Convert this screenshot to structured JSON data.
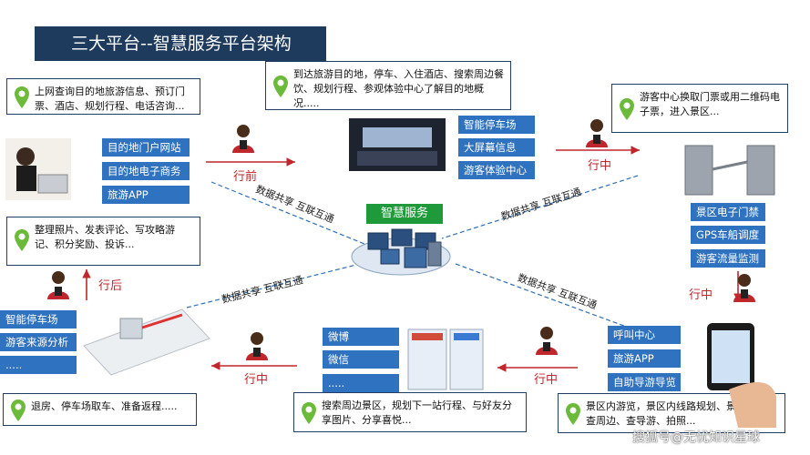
{
  "title": "三大平台--智慧服务平台架构",
  "hub_label": "智慧服务",
  "callouts": {
    "online_search": "上网查询目的地旅游信息、预订门票、酒店、规划行程、电话咨询...",
    "arrive": "到达旅游目的地，停车、入住酒店、搜索周边餐饮、规划行程、参观体验中心了解目的地概况.....",
    "visitor_center": "游客中心换取门票或用二维码电子票，进入景区...",
    "organize": "整理照片、发表评论、写攻略游记、积分奖励、投诉...",
    "checkout": "退房、停车场取车、准备返程.....",
    "nearby": "搜索周边景区，规划下一站行程、与好友分享图片、分享喜悦...",
    "in_park": "景区内游览，景区内线路规划、景点解说、查周边、查导游、拍照..."
  },
  "buttons": {
    "pre_trip": [
      "目的地门户网站",
      "目的地电子商务",
      "旅游APP"
    ],
    "arrival": [
      "智能停车场",
      "大屏幕信息",
      "游客体验中心"
    ],
    "gate": [
      "景区电子门禁",
      "GPS车船调度",
      "游客流量监测"
    ],
    "post_trip": [
      "智能停车场",
      "游客来源分析",
      "....."
    ],
    "social": [
      "微博",
      "微信",
      "....."
    ],
    "tour": [
      "呼叫中心",
      "旅游APP",
      "自助导游导览"
    ]
  },
  "stages": {
    "before": "行前",
    "during_top": "行中",
    "during_right": "行中",
    "during_bottom_right": "行中",
    "during_bottom_left": "行中",
    "after": "行后"
  },
  "connector_labels": {
    "ul": "数据共享  互联互通",
    "ur": "数据共享  互联互通",
    "ll": "数据共享  互联互通",
    "lr": "数据共享  互联互通"
  },
  "watermark": "搜狐号@无忧知识星球",
  "colors": {
    "title_bg": "#1e3a5c",
    "button": "#2f73c0",
    "hub": "#1f9a3a",
    "stage_red": "#c0272d",
    "pin_green": "#6cba3a"
  }
}
